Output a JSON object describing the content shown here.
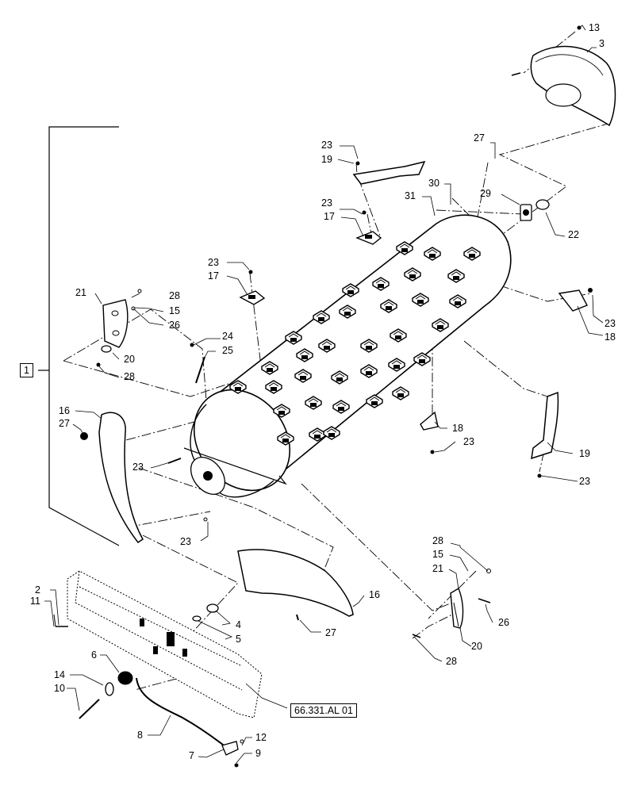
{
  "diagram": {
    "assembly_number": "1",
    "reference_box": "66.331.AL 01",
    "callouts": {
      "c13": "13",
      "c3": "3",
      "c27a": "27",
      "c23a": "23",
      "c19a": "19",
      "c30": "30",
      "c31": "31",
      "c29": "29",
      "c22": "22",
      "c23b": "23",
      "c17a": "17",
      "c23c": "23",
      "c17b": "17",
      "c28a": "28",
      "c21a": "21",
      "c15a": "15",
      "c26a": "26",
      "c20a": "20",
      "c28b": "28",
      "c24": "24",
      "c25": "25",
      "c23d": "23",
      "c18a": "18",
      "c16a": "16",
      "c27b": "27",
      "c18b": "18",
      "c23e": "23",
      "c19b": "19",
      "c23f": "23",
      "c23g": "23",
      "c23h": "23",
      "c28c": "28",
      "c15b": "15",
      "c21b": "21",
      "c26b": "26",
      "c20b": "20",
      "c28d": "28",
      "c2": "2",
      "c11": "11",
      "c4": "4",
      "c5": "5",
      "c16b": "16",
      "c27c": "27",
      "c6": "6",
      "c14": "14",
      "c10": "10",
      "c8": "8",
      "c7": "7",
      "c12": "12",
      "c9": "9"
    }
  }
}
